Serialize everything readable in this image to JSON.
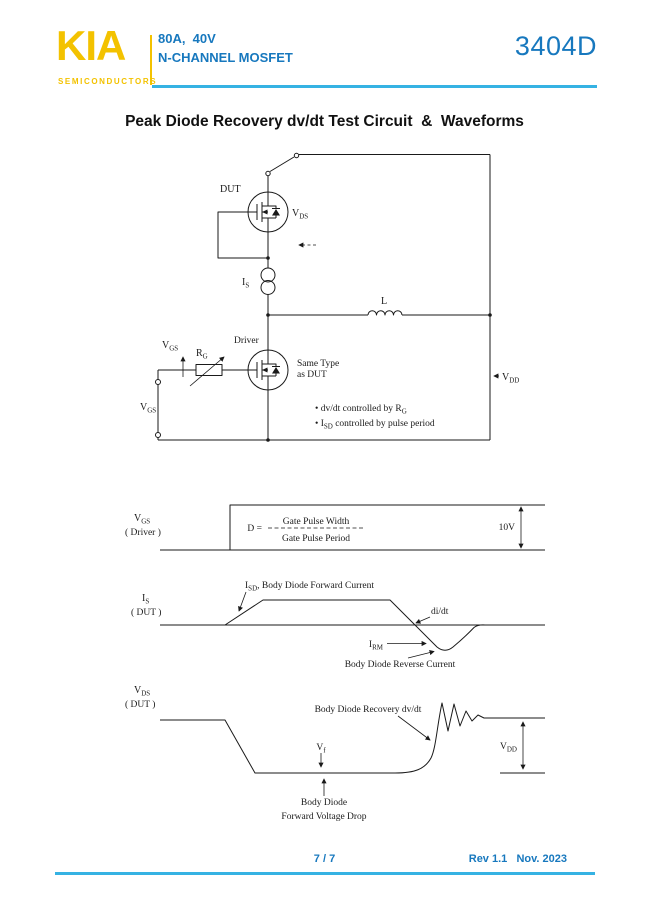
{
  "colors": {
    "brand_yellow": "#F3C200",
    "brand_blue": "#1778BE",
    "accent_cyan": "#35B2E3",
    "ink": "#1a1a1a"
  },
  "header": {
    "logo": "KIA",
    "logo_subtitle": "SEMICONDUCTORS",
    "rating_line1": "80A,  40V",
    "rating_line2": "N-CHANNEL MOSFET",
    "part_number": "3404D"
  },
  "title": "Peak Diode Recovery dv/dt Test Circuit  &  Waveforms",
  "circuit": {
    "dut": "DUT",
    "driver": "Driver",
    "same_type_1": "Same Type",
    "same_type_2": "as DUT",
    "vds": {
      "pre": "V",
      "sub": "DS"
    },
    "vgs": {
      "pre": "V",
      "sub": "GS"
    },
    "vgs2": {
      "pre": "V",
      "sub": "GS"
    },
    "rg": {
      "pre": "R",
      "sub": "G"
    },
    "is": {
      "pre": "I",
      "sub": "S"
    },
    "inductor": "L",
    "vdd": {
      "pre": "V",
      "sub": "DD"
    },
    "note1": {
      "pre": "• dv/dt controlled by R",
      "sub": "G"
    },
    "note2": {
      "pre": "• I",
      "sub": "SD",
      "post": " controlled by pulse period"
    }
  },
  "waveforms": {
    "vgs": {
      "label": {
        "pre": "V",
        "sub": "GS"
      },
      "sublabel": "( Driver )",
      "d_equals": "D =",
      "numerator": "Gate Pulse Width",
      "denominator": "Gate Pulse Period",
      "amplitude": "10V"
    },
    "is": {
      "label": {
        "pre": "I",
        "sub": "S"
      },
      "sublabel": "( DUT )",
      "forward": {
        "pre": "I",
        "sub": "SD",
        "post": ", Body Diode Forward Current"
      },
      "didt": "di/dt",
      "irm": {
        "pre": "I",
        "sub": "RM"
      },
      "reverse": "Body Diode Reverse Current"
    },
    "vds": {
      "label": {
        "pre": "V",
        "sub": "DS"
      },
      "sublabel": "( DUT )",
      "recovery": "Body Diode Recovery dv/dt",
      "vf": {
        "pre": "V",
        "sub": "f"
      },
      "vdd": {
        "pre": "V",
        "sub": "DD"
      },
      "drop_1": "Body Diode",
      "drop_2": "Forward Voltage Drop"
    }
  },
  "footer": {
    "page": "7 / 7",
    "revision": "Rev 1.1   Nov. 2023"
  }
}
